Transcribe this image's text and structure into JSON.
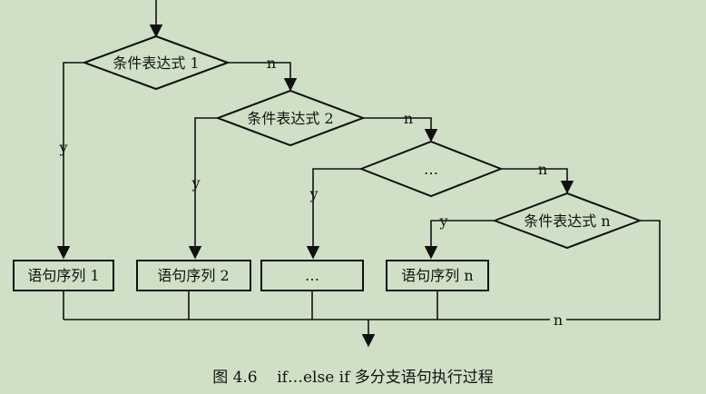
{
  "colors": {
    "background": "#cfe0c6",
    "ink": "#111111"
  },
  "decisions": [
    {
      "label": "条件表达式 1",
      "yes_label": "y",
      "no_label": "n"
    },
    {
      "label": "条件表达式 2",
      "yes_label": "y",
      "no_label": "n"
    },
    {
      "label": "…",
      "yes_label": "y",
      "no_label": "n"
    },
    {
      "label": "条件表达式 n",
      "yes_label": "y",
      "no_label": "n"
    }
  ],
  "statements": [
    {
      "label": "语句序列 1"
    },
    {
      "label": "语句序列 2"
    },
    {
      "label": "…"
    },
    {
      "label": "语句序列 n"
    }
  ],
  "caption": "图 4.6    if…else if 多分支语句执行过程"
}
